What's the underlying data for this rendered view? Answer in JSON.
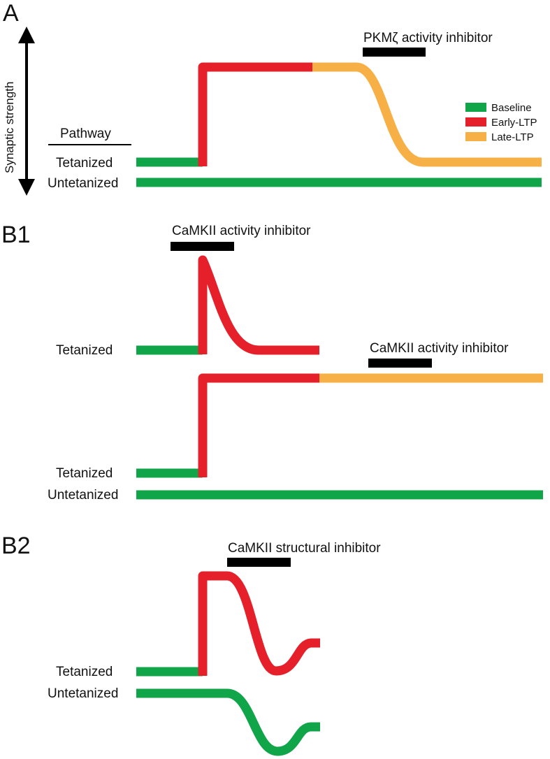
{
  "colors": {
    "baseline": "#11a54a",
    "early_ltp": "#e5202a",
    "late_ltp": "#f7b046",
    "inhibitor_bar": "#000000",
    "text": "#111111"
  },
  "axis": {
    "ylabel": "Synaptic strength",
    "icon": "double-headed-vertical-arrow"
  },
  "legend": [
    {
      "label": "Baseline",
      "key": "baseline"
    },
    {
      "label": "Early-LTP",
      "key": "early_ltp"
    },
    {
      "label": "Late-LTP",
      "key": "late_ltp"
    }
  ],
  "panels": {
    "A": {
      "label": "A",
      "pathway_header": "Pathway",
      "inhibitor": "PKMζ activity inhibitor",
      "rows": {
        "tetanized": "Tetanized",
        "untetanized": "Untetanized"
      }
    },
    "B1": {
      "label": "B1",
      "inhibitor_early": "CaMKII activity inhibitor",
      "inhibitor_late": "CaMKII activity inhibitor",
      "rows": {
        "tetanized_1": "Tetanized",
        "tetanized_2": "Tetanized",
        "untetanized": "Untetanized"
      }
    },
    "B2": {
      "label": "B2",
      "inhibitor": "CaMKII structural inhibitor",
      "rows": {
        "tetanized": "Tetanized",
        "untetanized": "Untetanized"
      }
    }
  }
}
